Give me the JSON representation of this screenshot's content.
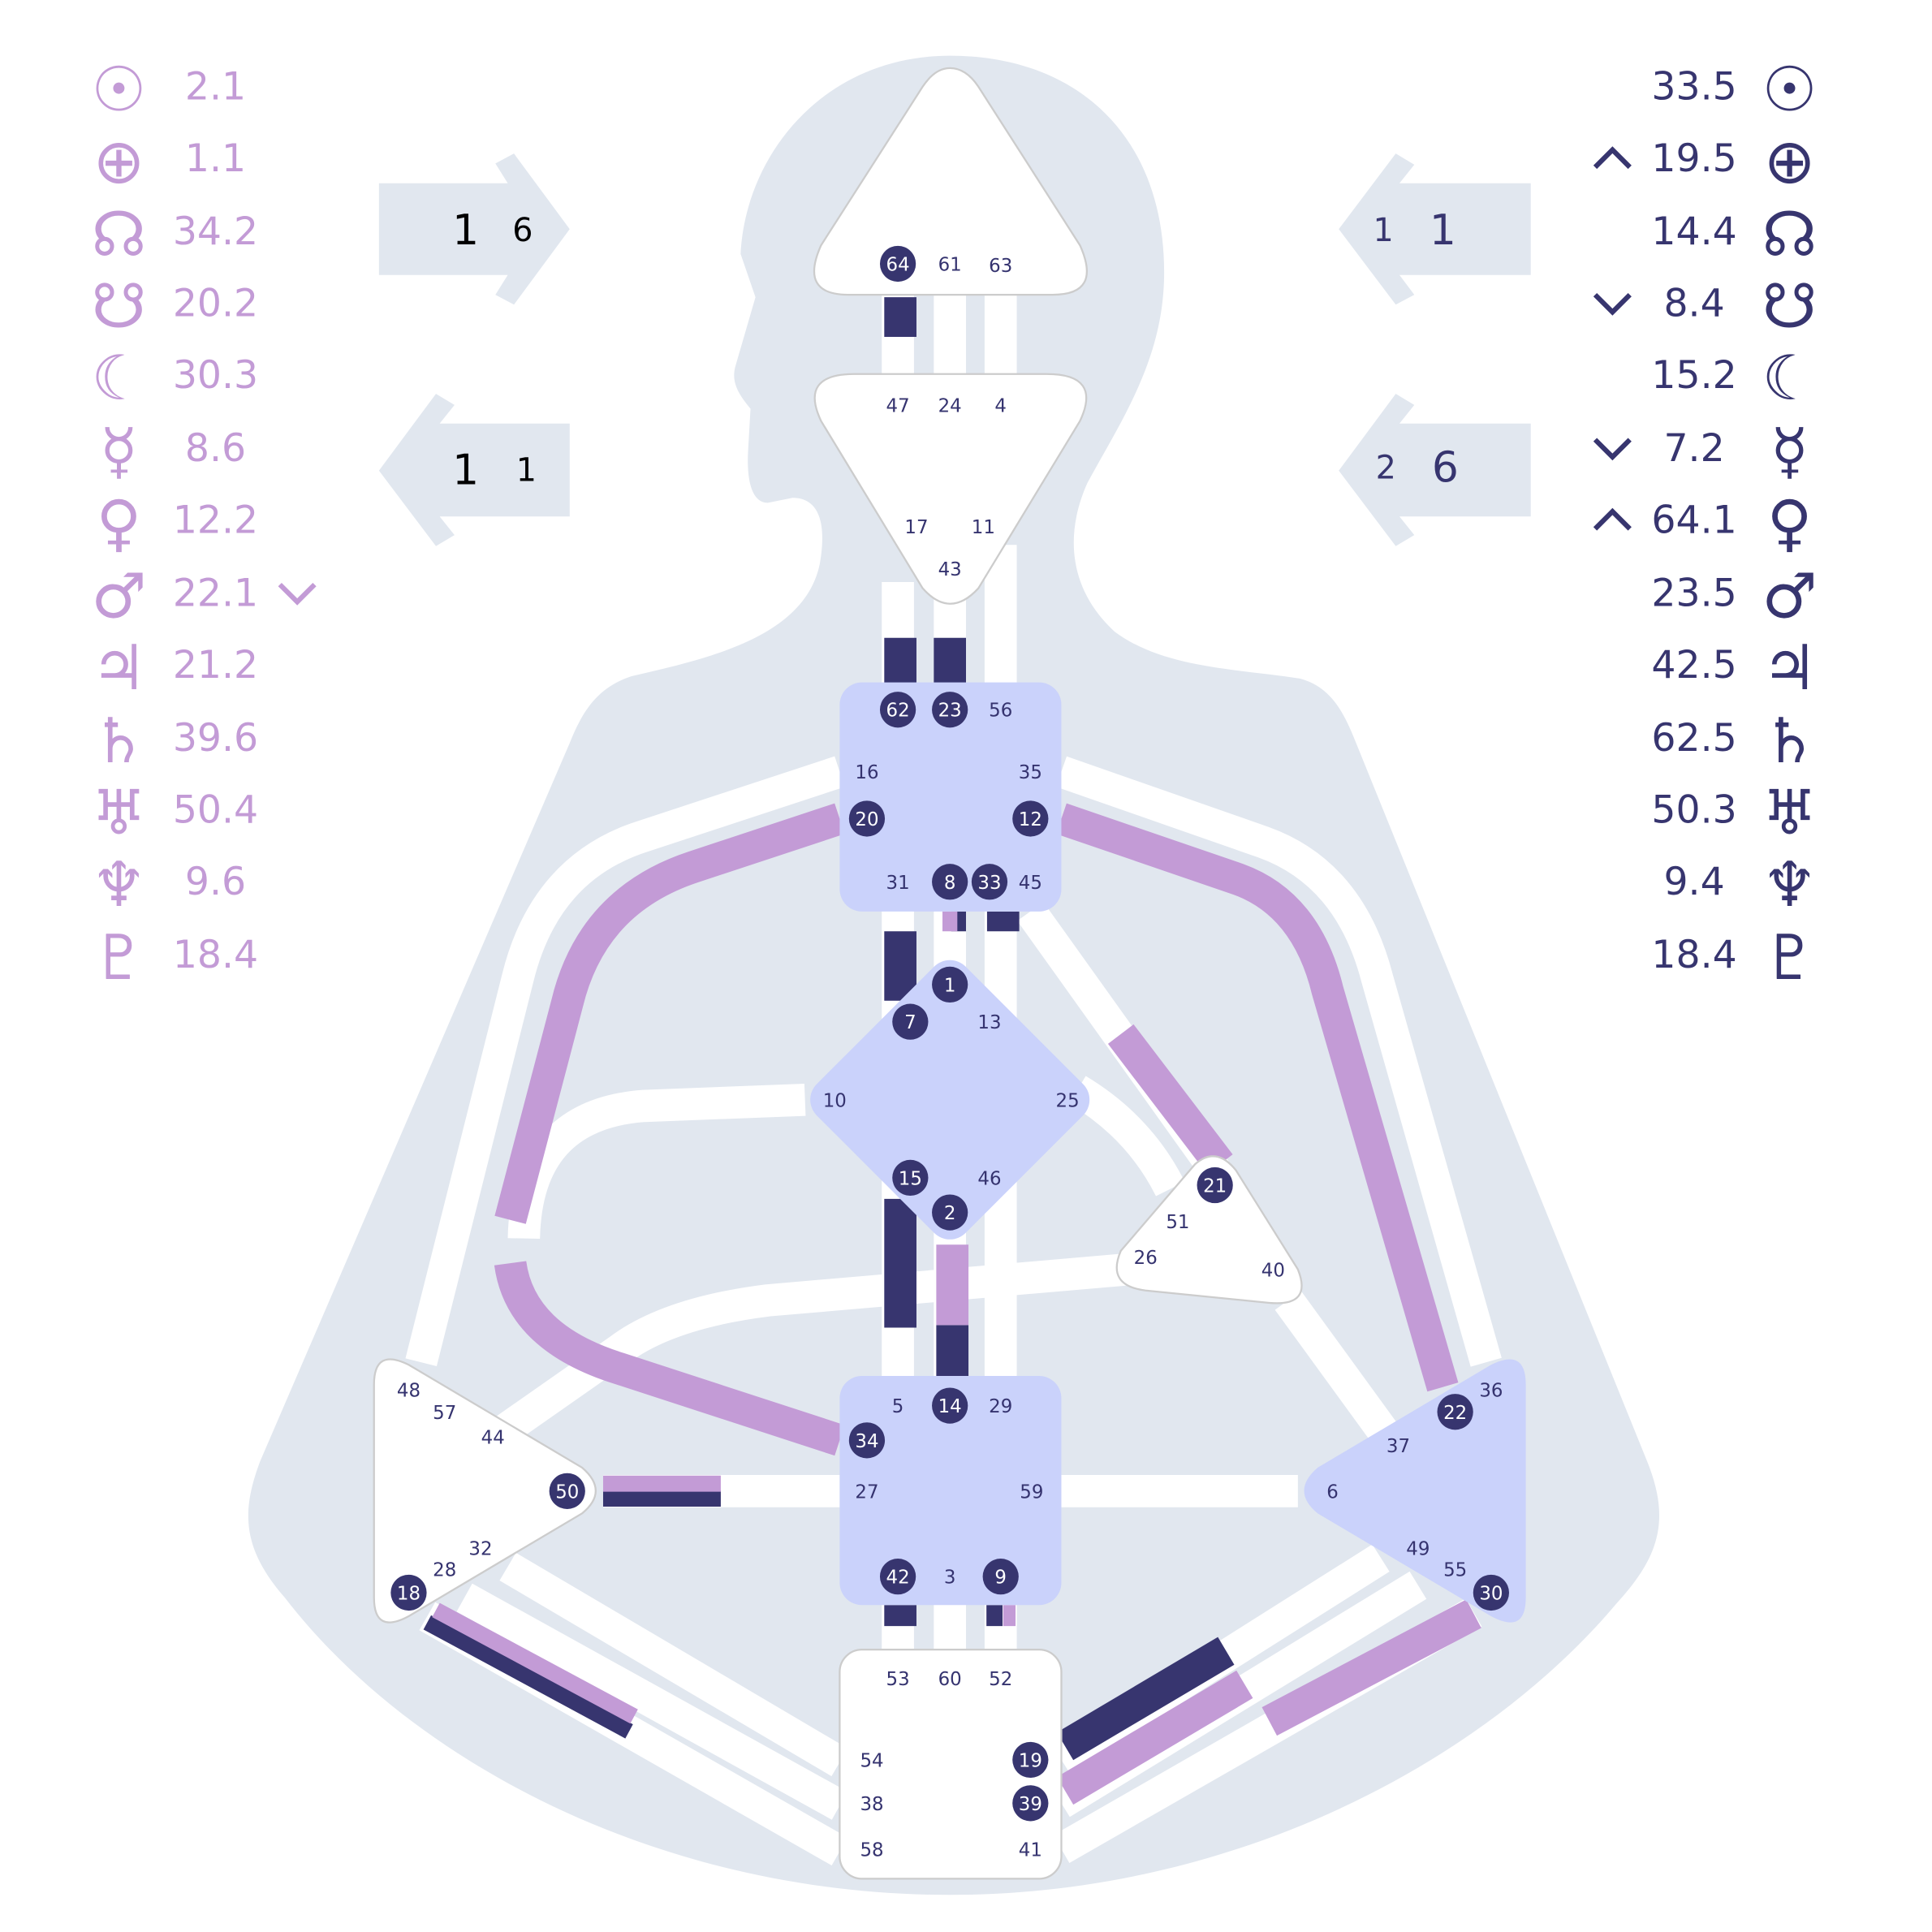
{
  "colors": {
    "navy": "#37356f",
    "purple": "#c39bd6",
    "body": "#e1e7ef",
    "center_active": "#cad2fb",
    "center_open": "#ffffff"
  },
  "arrows": {
    "left_top": {
      "a": "1",
      "b": "6"
    },
    "left_bottom": {
      "a": "1",
      "b": "1"
    },
    "right_top": {
      "a": "1",
      "b": "1"
    },
    "right_bottom": {
      "a": "2",
      "b": "6"
    }
  },
  "design": [
    {
      "planet": "sun-icon",
      "glyph": "☉",
      "value": "2.1",
      "marker": ""
    },
    {
      "planet": "earth-icon",
      "glyph": "⊕",
      "value": "1.1",
      "marker": ""
    },
    {
      "planet": "north-node-icon",
      "glyph": "☊",
      "value": "34.2",
      "marker": ""
    },
    {
      "planet": "south-node-icon",
      "glyph": "☋",
      "value": "20.2",
      "marker": ""
    },
    {
      "planet": "moon-icon",
      "glyph": "☾",
      "value": "30.3",
      "marker": ""
    },
    {
      "planet": "mercury-icon",
      "glyph": "☿",
      "value": "8.6",
      "marker": ""
    },
    {
      "planet": "venus-icon",
      "glyph": "♀",
      "value": "12.2",
      "marker": ""
    },
    {
      "planet": "mars-icon",
      "glyph": "♂",
      "value": "22.1",
      "marker": "down"
    },
    {
      "planet": "jupiter-icon",
      "glyph": "♃",
      "value": "21.2",
      "marker": ""
    },
    {
      "planet": "saturn-icon",
      "glyph": "♄",
      "value": "39.6",
      "marker": ""
    },
    {
      "planet": "uranus-icon",
      "glyph": "♅",
      "value": "50.4",
      "marker": ""
    },
    {
      "planet": "neptune-icon",
      "glyph": "♆",
      "value": "9.6",
      "marker": ""
    },
    {
      "planet": "pluto-icon",
      "glyph": "♇",
      "value": "18.4",
      "marker": ""
    }
  ],
  "personality": [
    {
      "planet": "sun-icon",
      "glyph": "☉",
      "value": "33.5",
      "marker": ""
    },
    {
      "planet": "earth-icon",
      "glyph": "⊕",
      "value": "19.5",
      "marker": "up"
    },
    {
      "planet": "north-node-icon",
      "glyph": "☊",
      "value": "14.4",
      "marker": ""
    },
    {
      "planet": "south-node-icon",
      "glyph": "☋",
      "value": "8.4",
      "marker": "down"
    },
    {
      "planet": "moon-icon",
      "glyph": "☾",
      "value": "15.2",
      "marker": ""
    },
    {
      "planet": "mercury-icon",
      "glyph": "☿",
      "value": "7.2",
      "marker": "down"
    },
    {
      "planet": "venus-icon",
      "glyph": "♀",
      "value": "64.1",
      "marker": "up"
    },
    {
      "planet": "mars-icon",
      "glyph": "♂",
      "value": "23.5",
      "marker": ""
    },
    {
      "planet": "jupiter-icon",
      "glyph": "♃",
      "value": "42.5",
      "marker": ""
    },
    {
      "planet": "saturn-icon",
      "glyph": "♄",
      "value": "62.5",
      "marker": ""
    },
    {
      "planet": "uranus-icon",
      "glyph": "♅",
      "value": "50.3",
      "marker": ""
    },
    {
      "planet": "neptune-icon",
      "glyph": "♆",
      "value": "9.4",
      "marker": ""
    },
    {
      "planet": "pluto-icon",
      "glyph": "♇",
      "value": "18.4",
      "marker": ""
    }
  ],
  "gates": [
    {
      "id": "64",
      "active": true
    },
    {
      "id": "61",
      "active": false
    },
    {
      "id": "63",
      "active": false
    },
    {
      "id": "47",
      "active": false
    },
    {
      "id": "24",
      "active": false
    },
    {
      "id": "4",
      "active": false
    },
    {
      "id": "17",
      "active": false
    },
    {
      "id": "11",
      "active": false
    },
    {
      "id": "43",
      "active": false
    },
    {
      "id": "62",
      "active": true
    },
    {
      "id": "23",
      "active": true
    },
    {
      "id": "56",
      "active": false
    },
    {
      "id": "16",
      "active": false
    },
    {
      "id": "35",
      "active": false
    },
    {
      "id": "20",
      "active": true
    },
    {
      "id": "12",
      "active": true
    },
    {
      "id": "31",
      "active": false
    },
    {
      "id": "8",
      "active": true
    },
    {
      "id": "33",
      "active": true
    },
    {
      "id": "45",
      "active": false
    },
    {
      "id": "1",
      "active": true
    },
    {
      "id": "7",
      "active": true
    },
    {
      "id": "13",
      "active": false
    },
    {
      "id": "10",
      "active": false
    },
    {
      "id": "25",
      "active": false
    },
    {
      "id": "15",
      "active": true
    },
    {
      "id": "46",
      "active": false
    },
    {
      "id": "2",
      "active": true
    },
    {
      "id": "21",
      "active": true
    },
    {
      "id": "51",
      "active": false
    },
    {
      "id": "26",
      "active": false
    },
    {
      "id": "40",
      "active": false
    },
    {
      "id": "5",
      "active": false
    },
    {
      "id": "14",
      "active": true
    },
    {
      "id": "29",
      "active": false
    },
    {
      "id": "34",
      "active": true
    },
    {
      "id": "27",
      "active": false
    },
    {
      "id": "59",
      "active": false
    },
    {
      "id": "42",
      "active": true
    },
    {
      "id": "3",
      "active": false
    },
    {
      "id": "9",
      "active": true
    },
    {
      "id": "53",
      "active": false
    },
    {
      "id": "60",
      "active": false
    },
    {
      "id": "52",
      "active": false
    },
    {
      "id": "54",
      "active": false
    },
    {
      "id": "19",
      "active": true
    },
    {
      "id": "38",
      "active": false
    },
    {
      "id": "39",
      "active": true
    },
    {
      "id": "58",
      "active": false
    },
    {
      "id": "41",
      "active": false
    },
    {
      "id": "48",
      "active": false
    },
    {
      "id": "57",
      "active": false
    },
    {
      "id": "44",
      "active": false
    },
    {
      "id": "50",
      "active": true
    },
    {
      "id": "32",
      "active": false
    },
    {
      "id": "28",
      "active": false
    },
    {
      "id": "18",
      "active": true
    },
    {
      "id": "36",
      "active": false
    },
    {
      "id": "22",
      "active": true
    },
    {
      "id": "37",
      "active": false
    },
    {
      "id": "6",
      "active": false
    },
    {
      "id": "49",
      "active": false
    },
    {
      "id": "55",
      "active": false
    },
    {
      "id": "30",
      "active": true
    }
  ]
}
